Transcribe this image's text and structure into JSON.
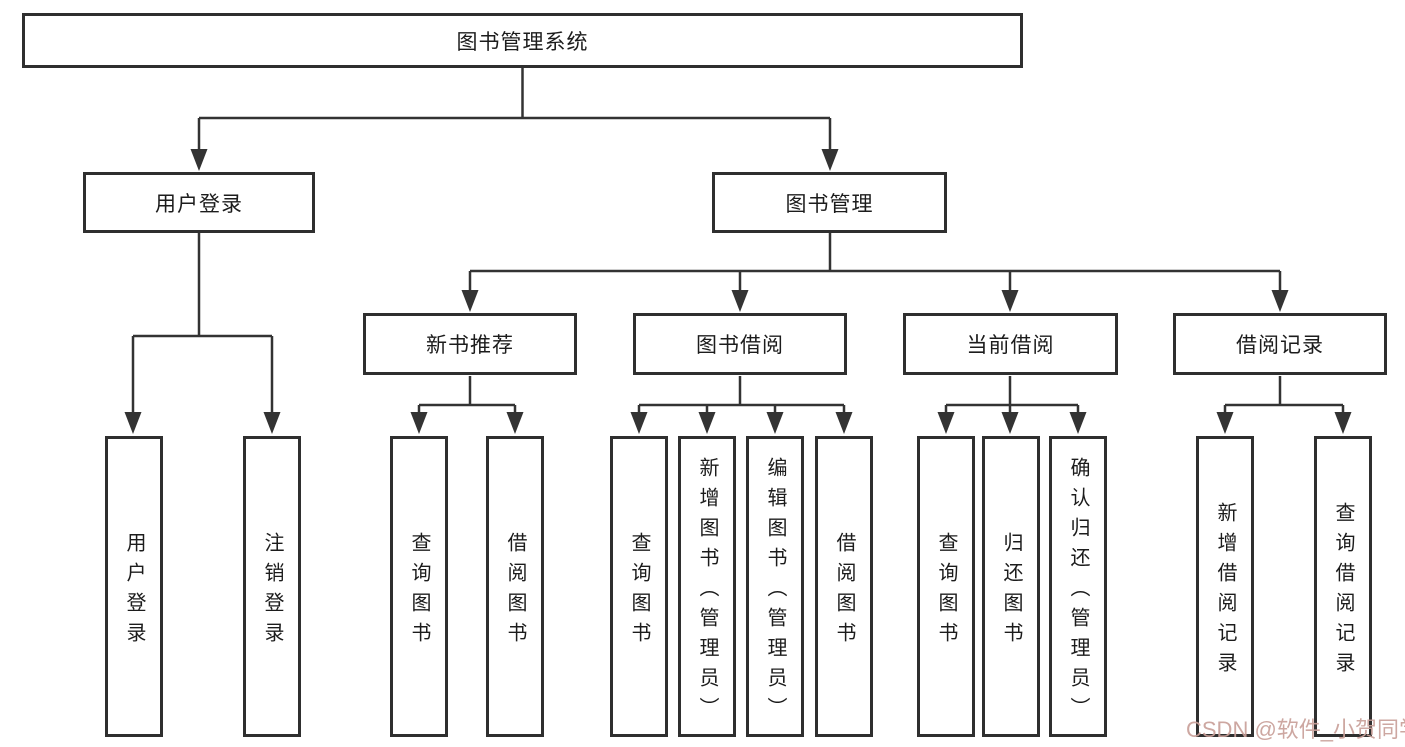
{
  "diagram": {
    "root": {
      "label": "图书管理系统"
    },
    "branches": [
      {
        "label": "用户登录",
        "children": [
          {
            "label": "用户登录"
          },
          {
            "label": "注销登录"
          }
        ]
      },
      {
        "label": "图书管理",
        "children": [
          {
            "label": "新书推荐",
            "children": [
              {
                "label": "查询图书"
              },
              {
                "label": "借阅图书"
              }
            ]
          },
          {
            "label": "图书借阅",
            "children": [
              {
                "label": "查询图书"
              },
              {
                "label": "新增图书（管理员）"
              },
              {
                "label": "编辑图书（管理员）"
              },
              {
                "label": "借阅图书"
              }
            ]
          },
          {
            "label": "当前借阅",
            "children": [
              {
                "label": "查询图书"
              },
              {
                "label": "归还图书"
              },
              {
                "label": "确认归还（管理员）"
              }
            ]
          },
          {
            "label": "借阅记录",
            "children": [
              {
                "label": "新增借阅记录"
              },
              {
                "label": "查询借阅记录"
              }
            ]
          }
        ]
      }
    ]
  },
  "watermark": {
    "text": "CSDN @软件_小贺同学",
    "color": "#c99f99"
  },
  "colors": {
    "background": "#ffffff",
    "box_border": "#2f2f2f",
    "connector_line": "#333333",
    "text": "#1c1c1c"
  }
}
